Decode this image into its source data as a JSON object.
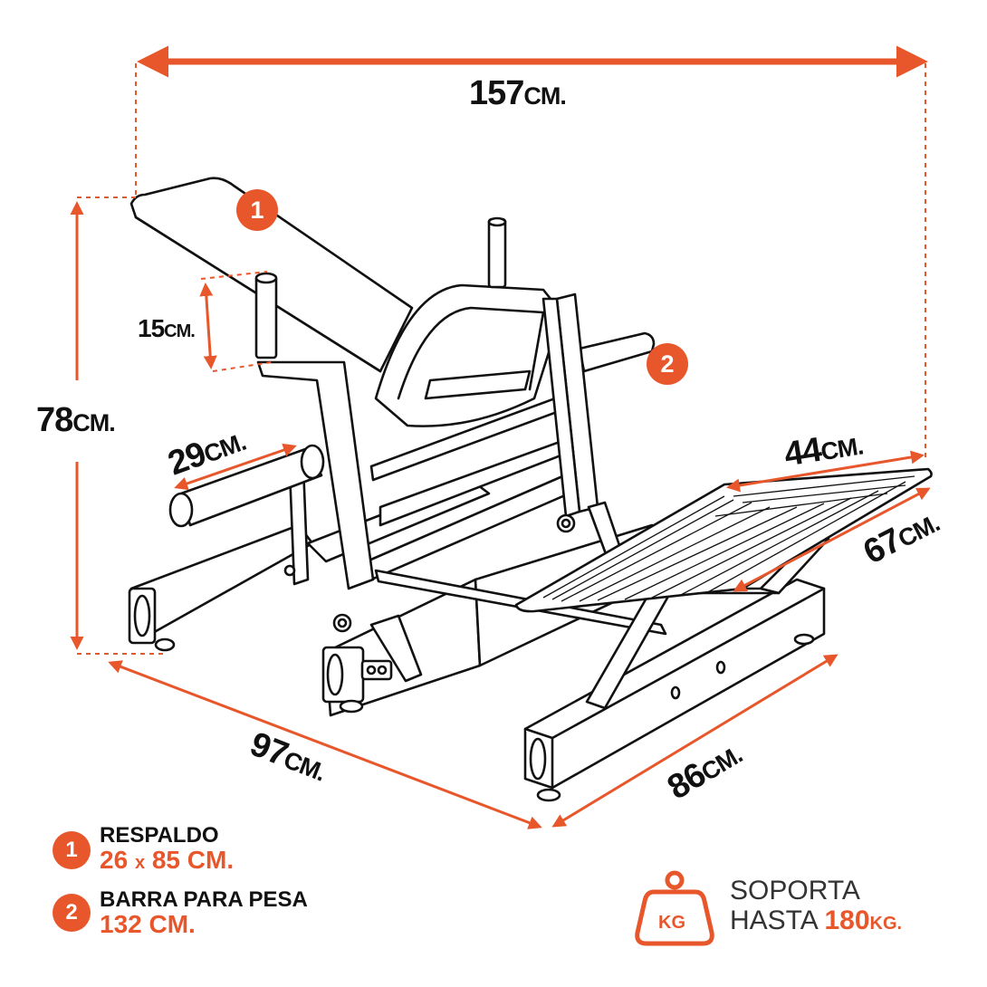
{
  "colors": {
    "accent": "#E8572B",
    "line": "#111111",
    "text": "#111111",
    "muted": "#333333"
  },
  "dimensions": {
    "total_length": {
      "value": "157",
      "unit": "CM."
    },
    "height": {
      "value": "78",
      "unit": "CM."
    },
    "post_height": {
      "value": "15",
      "unit": "CM."
    },
    "sleeve_length": {
      "value": "29",
      "unit": "CM."
    },
    "platform_width": {
      "value": "44",
      "unit": "CM."
    },
    "platform_length": {
      "value": "67",
      "unit": "CM."
    },
    "base_length": {
      "value": "97",
      "unit": "CM."
    },
    "base_width": {
      "value": "86",
      "unit": "CM."
    }
  },
  "callouts": [
    {
      "number": "1",
      "title": "RESPALDO",
      "detail_a": "26",
      "detail_sep": "x",
      "detail_b": "85 CM."
    },
    {
      "number": "2",
      "title": "BARRA PARA PESA",
      "detail": "132 CM."
    }
  ],
  "capacity": {
    "icon": "kettlebell-weight-icon",
    "icon_label": "KG",
    "line1": "SOPORTA",
    "line2_prefix": "HASTA",
    "value": "180",
    "unit": "KG."
  }
}
